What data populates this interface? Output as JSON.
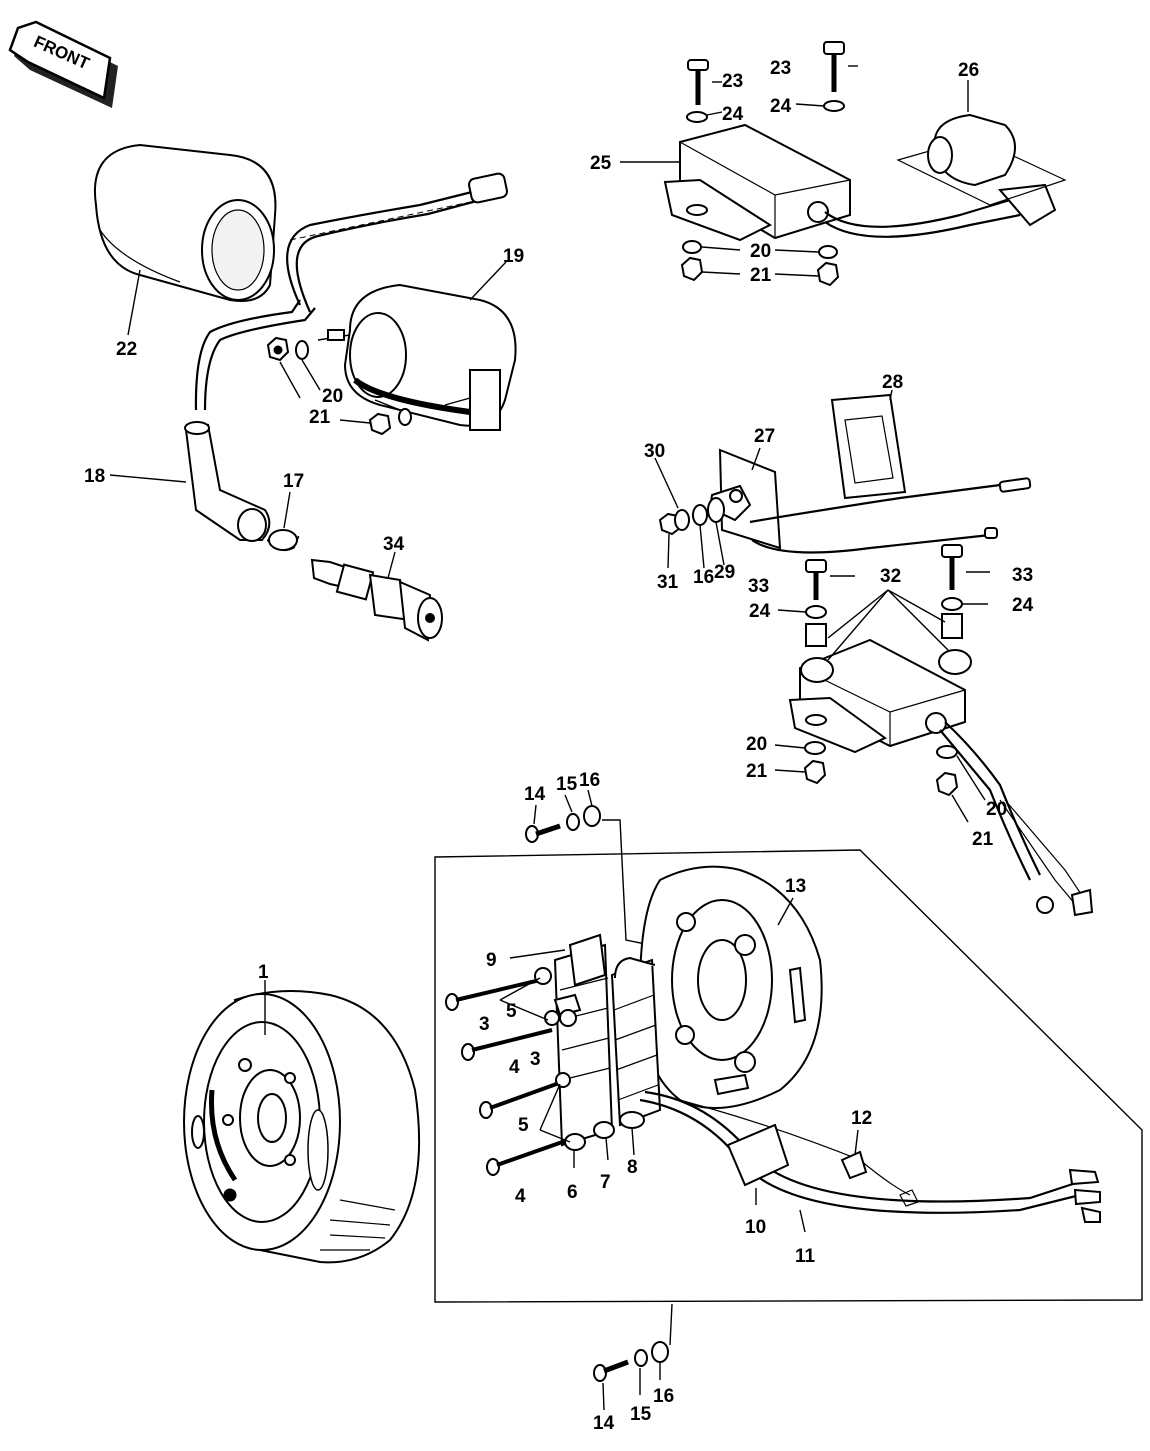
{
  "front_arrow": {
    "label": "FRONT"
  },
  "callouts": {
    "c1": "1",
    "c3a": "3",
    "c3b": "3",
    "c4a": "4",
    "c4b": "4",
    "c5a": "5",
    "c5b": "5",
    "c6": "6",
    "c7": "7",
    "c8": "8",
    "c9": "9",
    "c10": "10",
    "c11": "11",
    "c12": "12",
    "c13": "13",
    "c14a": "14",
    "c14b": "14",
    "c15a": "15",
    "c15b": "15",
    "c16a": "16",
    "c16b": "16",
    "c16c": "16",
    "c17": "17",
    "c18": "18",
    "c19": "19",
    "c20a": "20",
    "c20b": "20",
    "c20c": "20",
    "c20d": "20",
    "c21a": "21",
    "c21b": "21",
    "c21c": "21",
    "c21d": "21",
    "c22": "22",
    "c23a": "23",
    "c23b": "23",
    "c24a": "24",
    "c24b": "24",
    "c24c": "24",
    "c24d": "24",
    "c25": "25",
    "c26": "26",
    "c27": "27",
    "c28": "28",
    "c29": "29",
    "c30": "30",
    "c31": "31",
    "c32": "32",
    "c33a": "33",
    "c33b": "33",
    "c34": "34"
  }
}
